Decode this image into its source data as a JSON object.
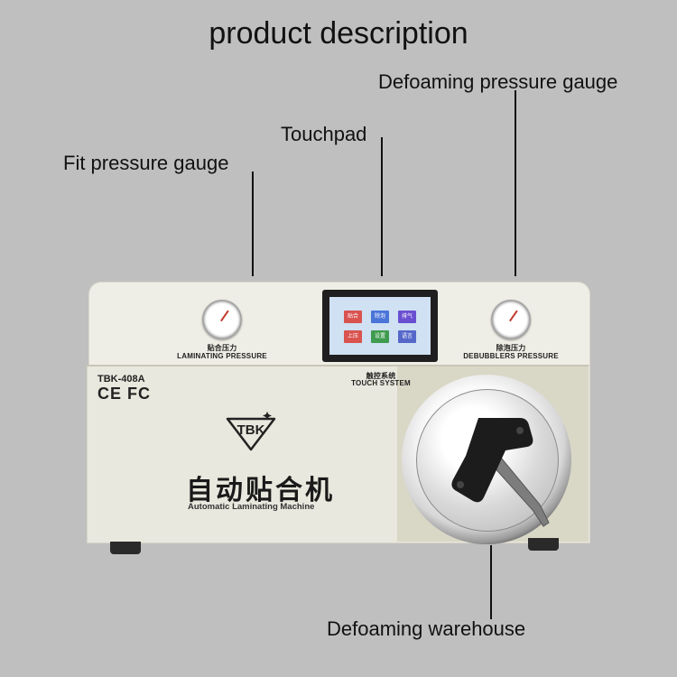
{
  "heading": "product description",
  "callouts": {
    "defoaming_gauge": "Defoaming pressure gauge",
    "touchpad": "Touchpad",
    "fit_gauge": "Fit pressure gauge",
    "warehouse": "Defoaming warehouse"
  },
  "machine": {
    "left_gauge_label_cn": "贴合压力",
    "left_gauge_label_en": "LAMINATING PRESSURE",
    "right_gauge_label_cn": "除泡压力",
    "right_gauge_label_en": "DEBUBBLERS PRESSURE",
    "touch_label_cn": "触控系统",
    "touch_label_en": "TOUCH SYSTEM",
    "model": "TBK-408A",
    "certs": "CE FC",
    "logo": "TBK",
    "name_cn": "自动贴合机",
    "name_en": "Automatic Laminating Machine",
    "screen_buttons": [
      {
        "label": "贴合",
        "color": "#d9534f"
      },
      {
        "label": "除泡",
        "color": "#4a74d8"
      },
      {
        "label": "排气",
        "color": "#6a4fd1"
      },
      {
        "label": "上压",
        "color": "#d9534f"
      },
      {
        "label": "设置",
        "color": "#3f9b4f"
      },
      {
        "label": "语言",
        "color": "#5567c9"
      }
    ]
  },
  "colors": {
    "background": "#bfbfbf",
    "machine_body": "#e9e8de"
  }
}
